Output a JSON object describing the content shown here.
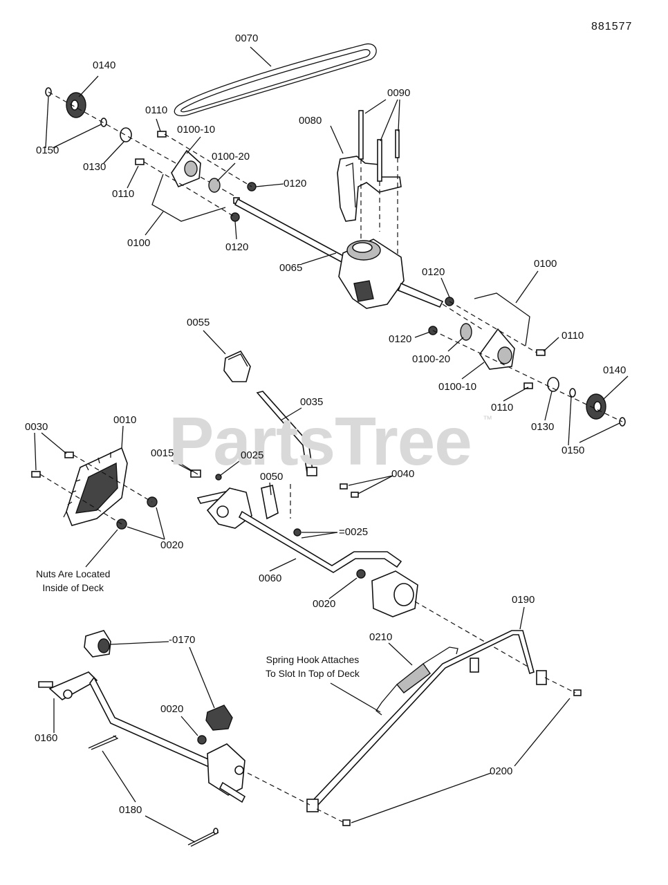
{
  "diagram_id": "881577",
  "watermark": {
    "brand": "PartsTree",
    "mark": "™"
  },
  "notes": {
    "nuts_line1": "Nuts Are Located",
    "nuts_line2": "Inside of Deck",
    "spring_line1": "Spring Hook Attaches",
    "spring_line2": "To Slot In Top of Deck"
  },
  "callouts": {
    "c0070": "0070",
    "c0090": "0090",
    "c0140_l": "0140",
    "c0110_a": "0110",
    "c0100_10_a": "0100-10",
    "c0080": "0080",
    "c0150_l": "0150",
    "c0100_20_a": "0100-20",
    "c0130_l": "0130",
    "c0120_a": "0120",
    "c0110_b": "0110",
    "c0100_a": "0100",
    "c0120_b": "0120",
    "c0065": "0065",
    "c0120_c": "0120",
    "c0100_b": "0100",
    "c0055": "0055",
    "c0120_d": "0120",
    "c0110_c": "0110",
    "c0100_20_b": "0100-20",
    "c0100_10_b": "0100-10",
    "c0140_r": "0140",
    "c0110_d": "0110",
    "c0035": "0035",
    "c0130_r": "0130",
    "c0030": "0030",
    "c0010": "0010",
    "c0150_r": "0150",
    "c0015": "0015",
    "c0025_a": "0025",
    "c0040": "0040",
    "c0050": "0050",
    "c0025_b": "=0025",
    "c0020_a": "0020",
    "c0060": "0060",
    "c0020_b": "0020",
    "c0190": "0190",
    "c0170": "-0170",
    "c0210": "0210",
    "c0160": "0160",
    "c0020_c": "0020",
    "c0200": "0200",
    "c0180": "0180"
  }
}
